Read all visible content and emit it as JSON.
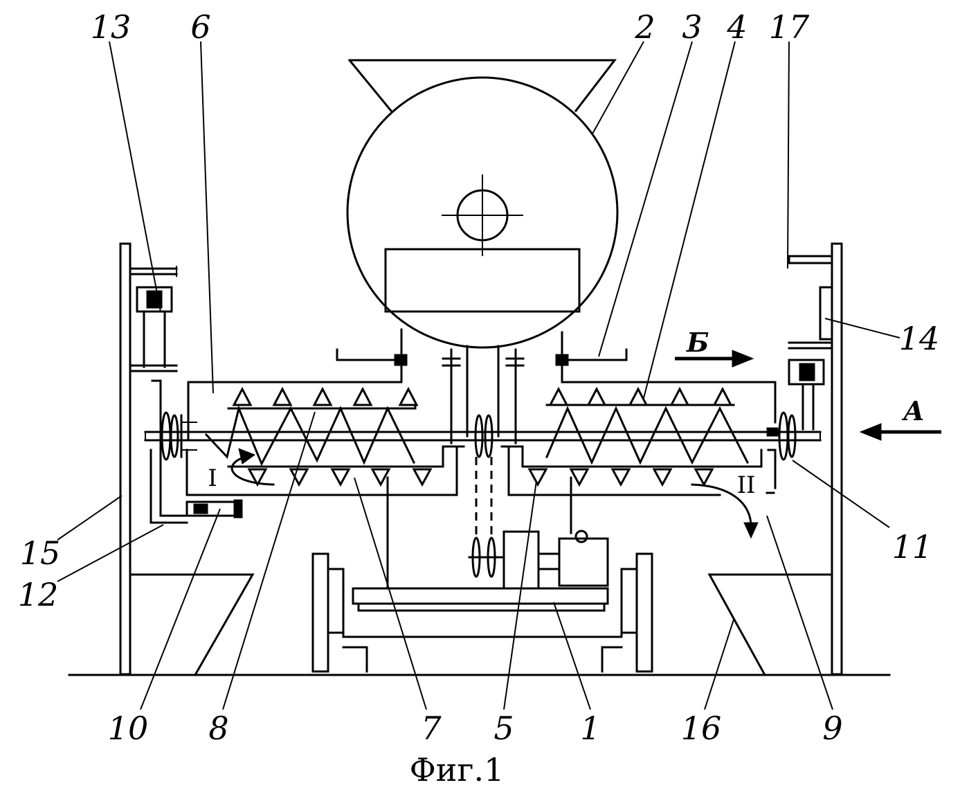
{
  "caption": "Фиг.1",
  "labels": {
    "l1": "1",
    "l2": "2",
    "l3": "3",
    "l4": "4",
    "l5": "5",
    "l6": "6",
    "l7": "7",
    "l8": "8",
    "l9": "9",
    "l10": "10",
    "l11": "11",
    "l12": "12",
    "l13": "13",
    "l14": "14",
    "l15": "15",
    "l16": "16",
    "l17": "17"
  },
  "arrows": {
    "a": "А",
    "b": "Б"
  },
  "zones": {
    "z1": "I",
    "z2": "II"
  }
}
